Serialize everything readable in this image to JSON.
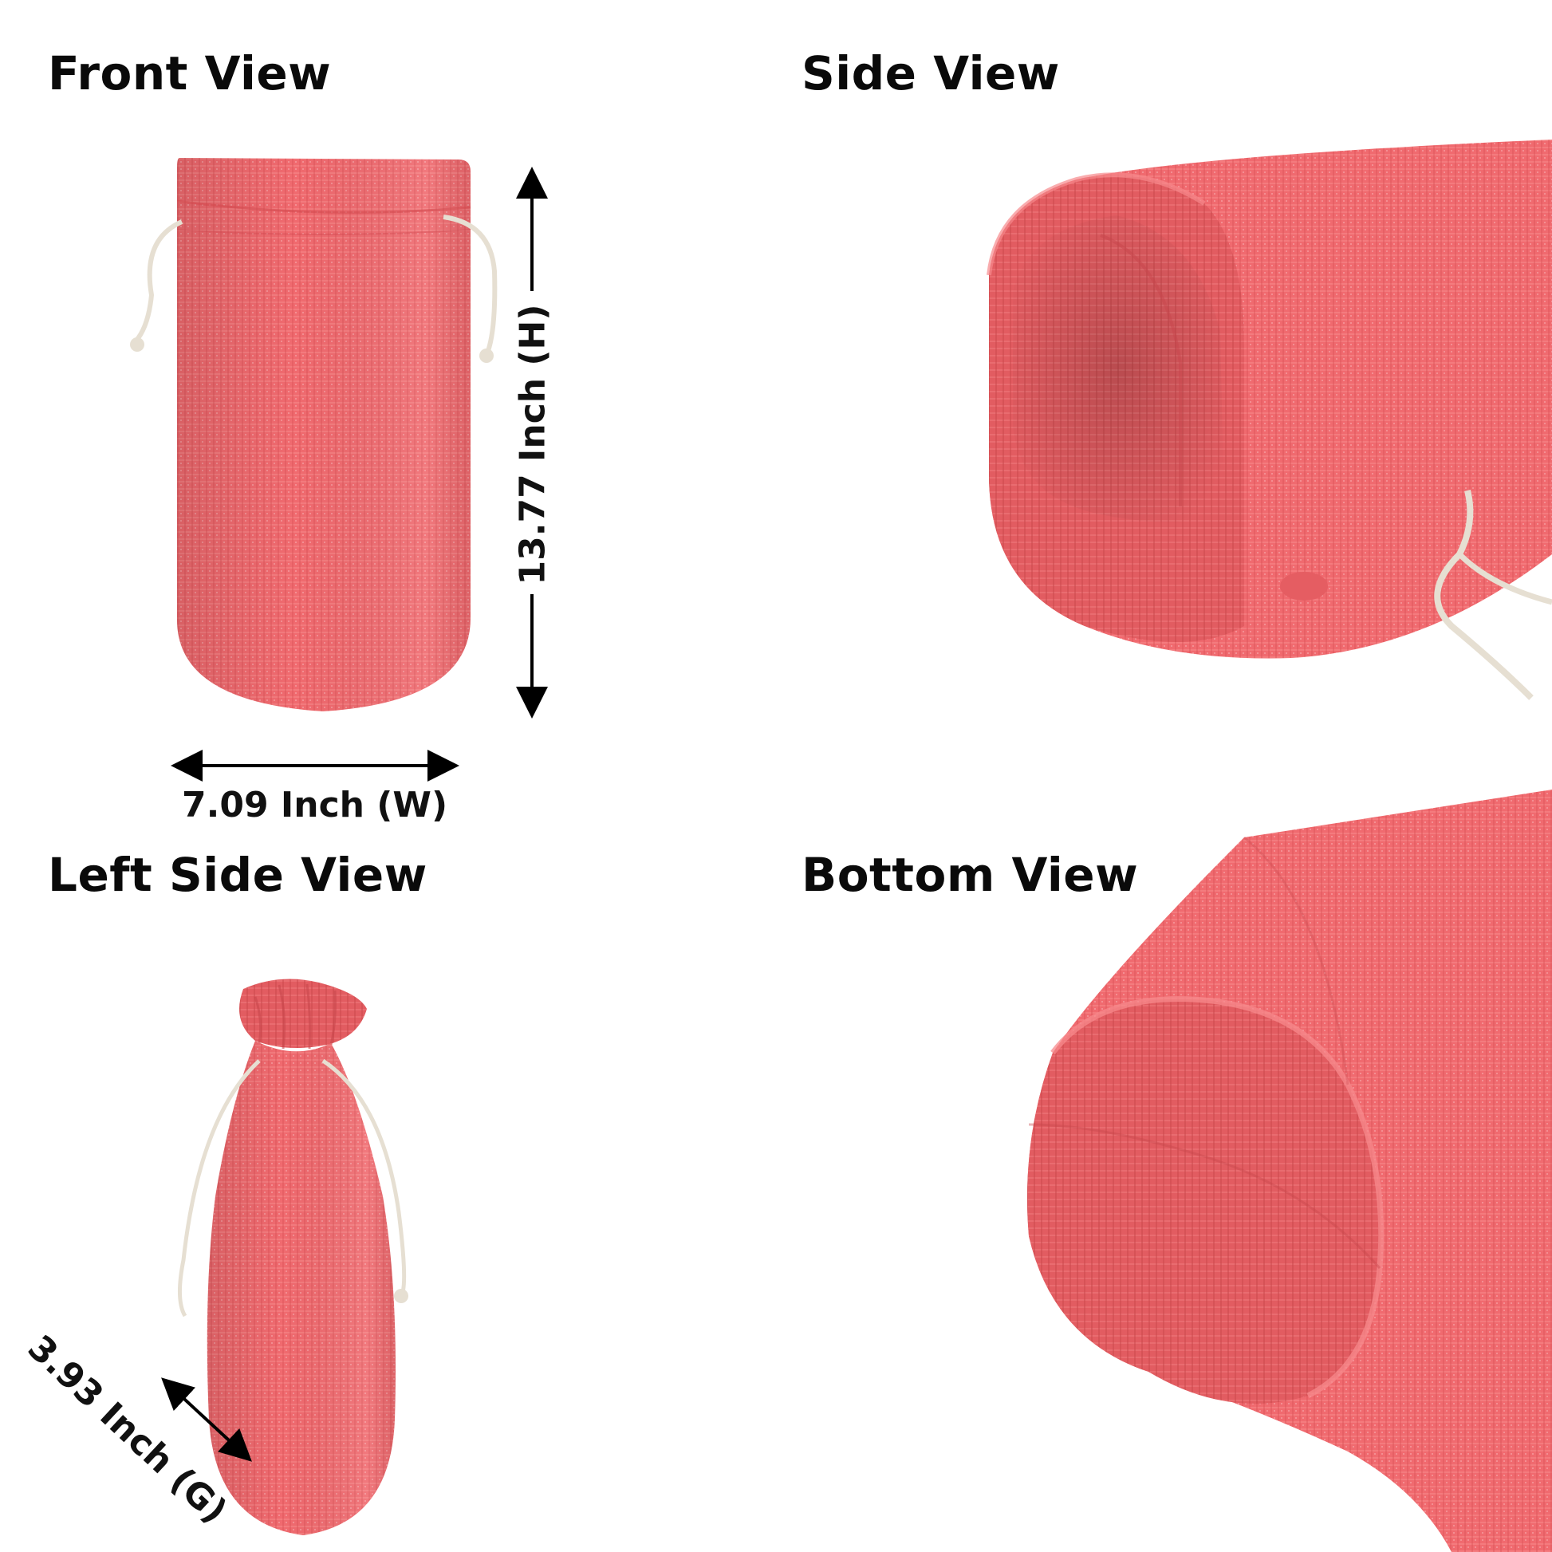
{
  "views": {
    "front": {
      "title": "Front View"
    },
    "side": {
      "title": "Side View"
    },
    "left_side": {
      "title": "Left Side View"
    },
    "bottom": {
      "title": "Bottom View"
    }
  },
  "dimensions": {
    "height": "13.77 Inch (H)",
    "width": "7.09 Inch (W)",
    "gusset": "3.93 Inch (G)"
  },
  "colors": {
    "fabric": "#f26a6e",
    "fabric_dark": "#d9555a",
    "cord": "#e8e2d6",
    "text": "#0a0a0a"
  }
}
